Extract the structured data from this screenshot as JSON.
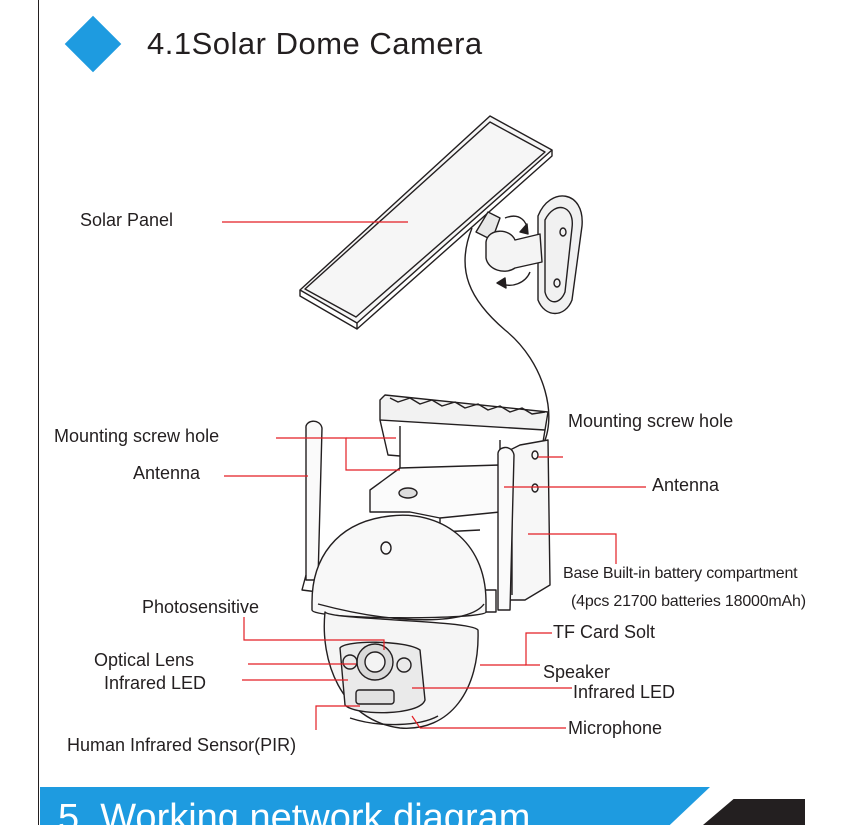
{
  "section_title": "4.1Solar Dome Camera",
  "labels": {
    "solar_panel": "Solar Panel",
    "mount_hole_left": "Mounting screw hole",
    "antenna_left": "Antenna",
    "mount_hole_right": "Mounting screw hole",
    "antenna_right": "Antenna",
    "battery_line1": "Base Built-in battery compartment",
    "battery_line2": "(4pcs 21700 batteries 18000mAh)",
    "photosensitive": "Photosensitive",
    "tf_card": "TF Card Solt",
    "optical_lens": "Optical Lens",
    "infrared_led_left": "Infrared LED",
    "speaker": "Speaker",
    "infrared_led_right": "Infrared LED",
    "microphone": "Microphone",
    "pir": "Human Infrared Sensor(PIR)"
  },
  "next_section_title": "5. Working network diagram",
  "colors": {
    "accent": "#1e9be0",
    "callout": "#e31e24",
    "ink": "#231f20"
  }
}
